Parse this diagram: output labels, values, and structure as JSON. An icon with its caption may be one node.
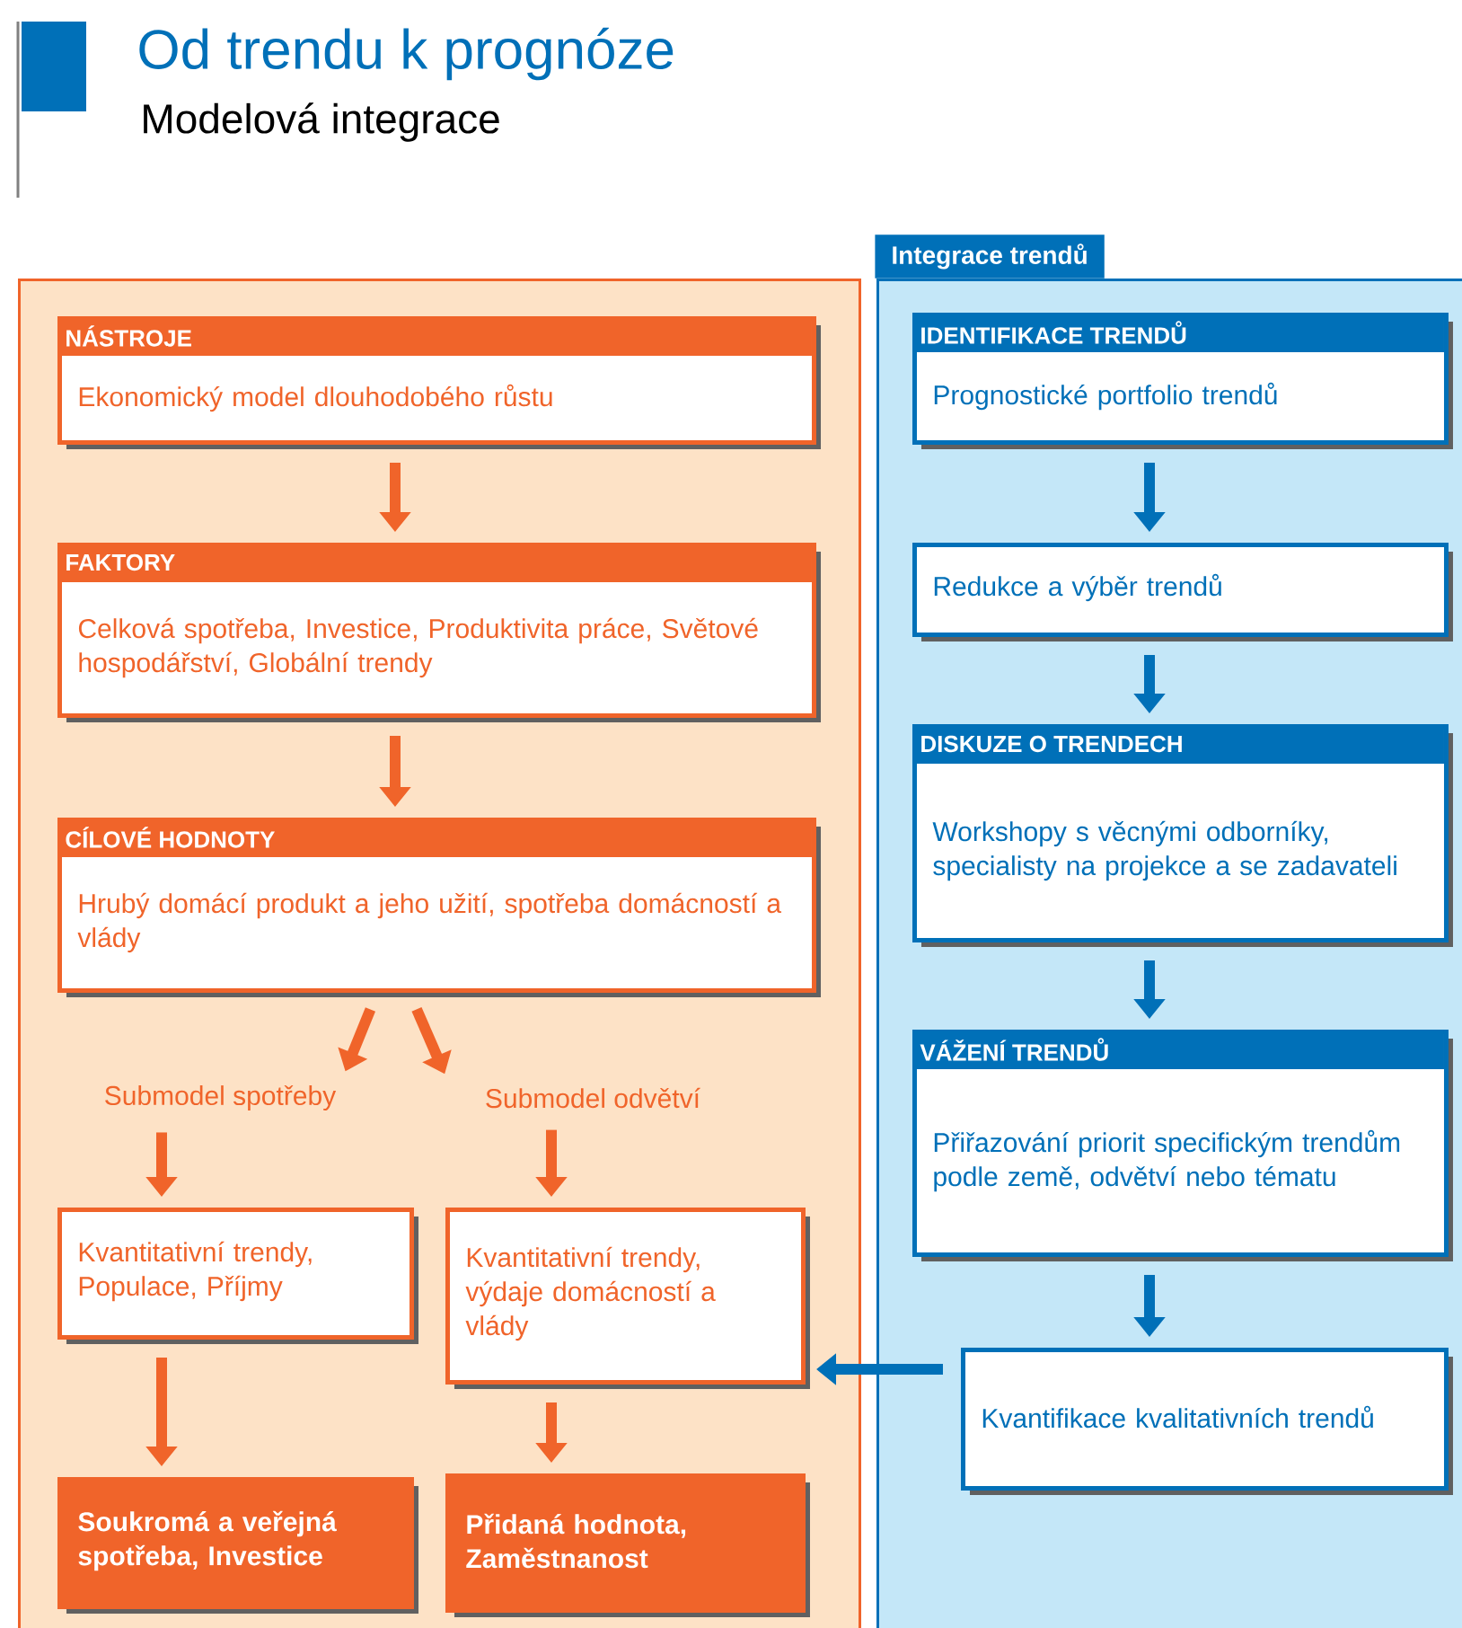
{
  "diagram": {
    "title": "Od trendu k prognóze",
    "nodes": [
      {
        "text": [],
        "shape": "box"
      },
      {
        "text": [
          "NÁSTROJE",
          "Ekonomický model dlouhodobého růstu"
        ],
        "in": 0
      },
      {
        "text": [
          "FAKTORY",
          "Celková spotřeba, Investice, Produktivita práce, Světové hospodářství, Globální trendy"
        ],
        "in": 0
      },
      {
        "text": [
          "CÍLOVÉ HODNOTY",
          "Hrubý domácí produkt a jeho užití, spotřeba domácností a vlády"
        ],
        "in": 0
      },
      {
        "text": [
          "Submodel spotřeby"
        ],
        "in": 0
      },
      {
        "text": [
          "Submodel odvětví"
        ],
        "in": 0
      },
      {
        "text": [
          "Kvantitativní trendy, Populace, Příjmy"
        ],
        "in": 0
      },
      {
        "text": [
          "Kvantitativní trendy, výdaje domácností a vlády"
        ],
        "in": 0
      },
      {
        "text": [
          "Soukromá a veřejná spotřeba, Investice"
        ],
        "in": 0
      },
      {
        "text": [
          "Přidaná hodnota, Zaměstnanost"
        ],
        "in": 0
      },
      {
        "text": [
          "Integrace trendů"
        ]
      },
      {
        "text": [
          "IDENTIFIKACE TRENDŮ",
          "Prognostické portfolio trendů"
        ],
        "in": 10
      },
      {
        "text": [
          "Redukce a výběr trendů"
        ],
        "in": 10
      },
      {
        "text": [
          "DISKUZE O TRENDECH",
          "Workshopy s věcnými odborníky, specialisty na projekce a se zadavateli"
        ],
        "in": 10
      },
      {
        "text": [
          "VÁŽENÍ TRENDŮ",
          "Přiřazování priorit specifickým trendům podle země, odvětví nebo tématu"
        ],
        "in": 10
      },
      {
        "text": [
          "Kvantifikace kvalitativních trendů"
        ],
        "in": 10
      }
    ],
    "edges": [
      {
        "from": 1,
        "to": 2,
        "arrow": "to"
      },
      {
        "from": 2,
        "to": 3,
        "arrow": "to"
      },
      {
        "from": 3,
        "to": 4,
        "arrow": "to"
      },
      {
        "from": 3,
        "to": 5,
        "arrow": "to"
      },
      {
        "from": 4,
        "to": 6,
        "arrow": "to"
      },
      {
        "from": 5,
        "to": 7,
        "arrow": "to"
      },
      {
        "from": 6,
        "to": 8,
        "arrow": "to"
      },
      {
        "from": 7,
        "to": 9,
        "arrow": "to"
      },
      {
        "from": 11,
        "to": 12,
        "arrow": "to",
        "color": "#0070b8"
      },
      {
        "from": 12,
        "to": 13,
        "arrow": "to",
        "color": "#0070b8"
      },
      {
        "from": 13,
        "to": 14,
        "arrow": "to",
        "color": "#0070b8"
      },
      {
        "from": 14,
        "to": 15,
        "arrow": "to",
        "color": "#0070b8"
      },
      {
        "from": 15,
        "to": 7,
        "arrow": "to",
        "color": "#0070b8"
      }
    ],
    "labels": [
      "Modelová integrace"
    ]
  }
}
